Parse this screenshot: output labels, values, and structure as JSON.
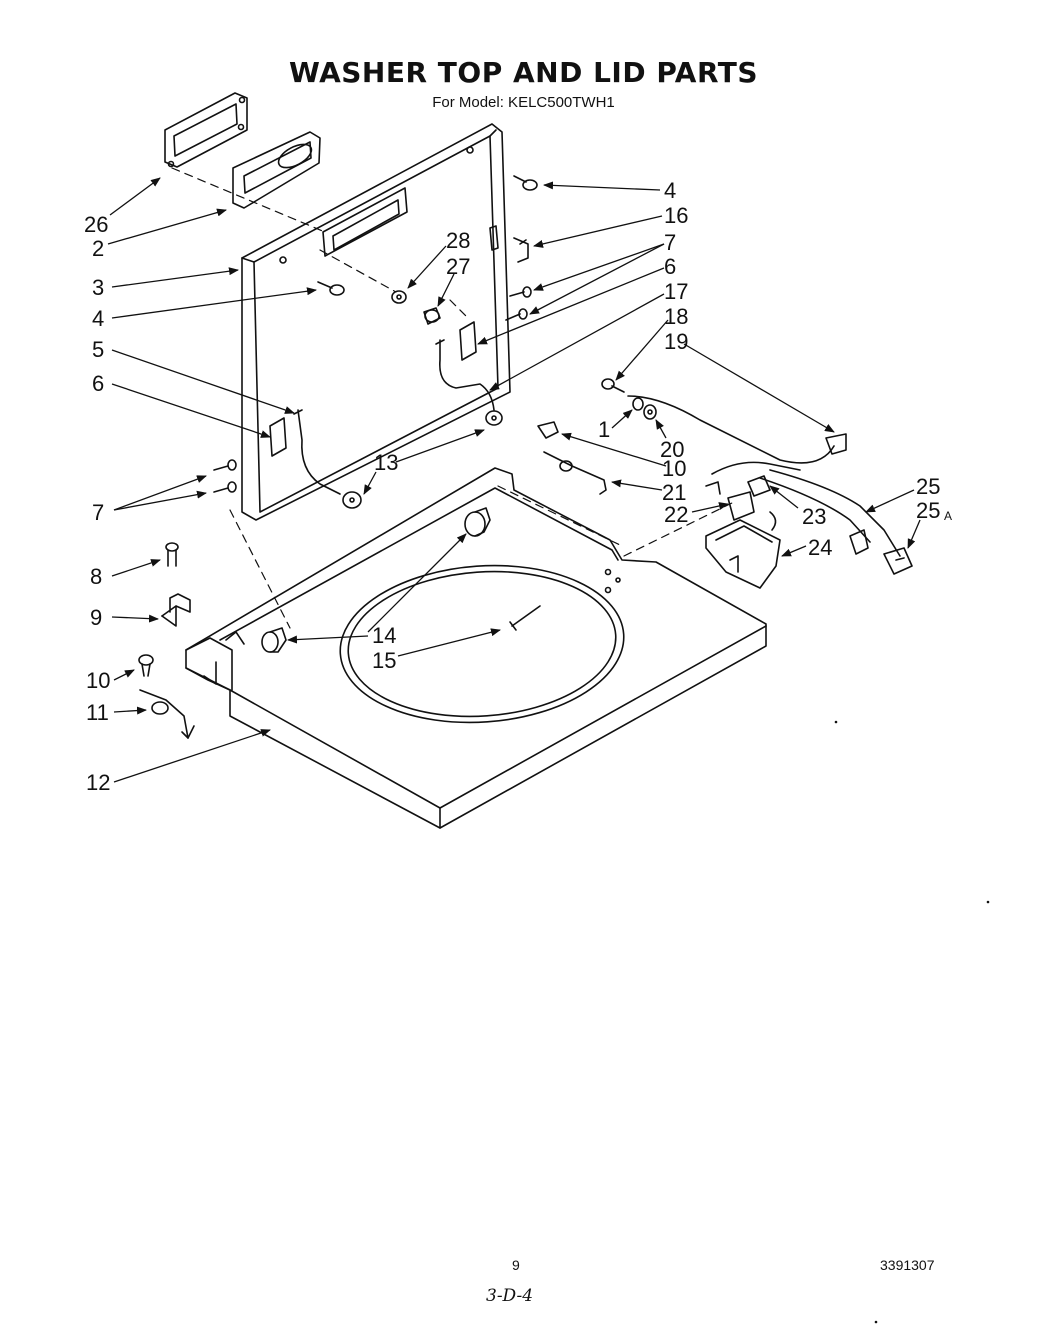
{
  "header": {
    "title": "WASHER TOP AND LID PARTS",
    "model_line": "For Model: KELC500TWH1"
  },
  "callouts": {
    "c26": "26",
    "c2": "2",
    "c3": "3",
    "c4l": "4",
    "c5": "5",
    "c6l": "6",
    "c7l": "7",
    "c8": "8",
    "c9": "9",
    "c10l": "10",
    "c11": "11",
    "c12": "12",
    "c13": "13",
    "c14": "14",
    "c15": "15",
    "c28": "28",
    "c27": "27",
    "c4r": "4",
    "c16": "16",
    "c7r": "7",
    "c6r": "6",
    "c17": "17",
    "c18": "18",
    "c19": "19",
    "c1": "1",
    "c20": "20",
    "c10r": "10",
    "c21": "21",
    "c22": "22",
    "c23": "23",
    "c24": "24",
    "c25": "25",
    "c25a": "25",
    "c25a_suffix": "A"
  },
  "footer": {
    "page_number": "9",
    "part_number": "3391307",
    "handwritten": "3-D-4"
  }
}
